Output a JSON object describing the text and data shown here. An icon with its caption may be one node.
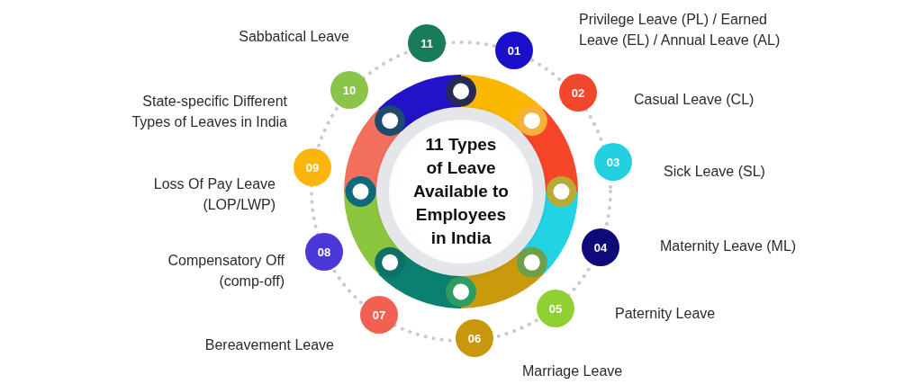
{
  "diagram": {
    "nodes": [
      {
        "text": [
          "11 Types of Leave Available to Employees in India"
        ]
      },
      {
        "text": [
          "01"
        ]
      },
      {
        "text": [
          "02"
        ],
        "beside": [
          "Casual Leave (CL)"
        ]
      },
      {
        "text": [
          "03"
        ],
        "beside": [
          "Sick Leave (SL)"
        ]
      },
      {
        "text": [
          "04"
        ],
        "beside": [
          "Maternity Leave (ML)"
        ]
      },
      {
        "text": [
          "05"
        ],
        "beside": [
          "Paternity Leave"
        ]
      },
      {
        "text": [
          "06"
        ],
        "beside": [
          "Marriage Leave"
        ]
      },
      {
        "text": [
          "07"
        ],
        "beside": [
          "Bereavement Leave"
        ]
      },
      {
        "text": [
          "08"
        ],
        "beside": [
          "Compensatory Off (comp-off)"
        ]
      },
      {
        "text": [
          "09"
        ],
        "beside": [
          "Loss Of Pay Leave (LOP/LWP)"
        ]
      },
      {
        "text": [
          "10"
        ]
      },
      {
        "text": [
          "11"
        ]
      }
    ],
    "labels": [
      "Sabbatical Leave",
      "Privilege Leave (PL) / Earned Leave (EL) / Annual Leave (AL)",
      "State-specific Different Types of Leaves in India"
    ]
  }
}
